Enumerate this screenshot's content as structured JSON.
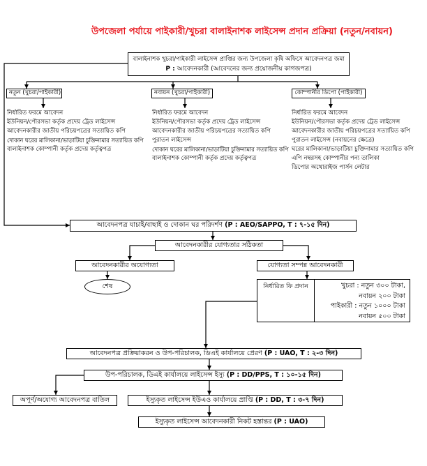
{
  "title": "উপজেলা পর্যায়ে পাইকারী/খুচরা বালাইনাশক লাইসেন্স প্রদান প্রক্রিয়া (নতুন/নবায়ন)",
  "colors": {
    "title": "#e8141b",
    "line": "#000000",
    "background": "#ffffff"
  },
  "application": {
    "text": "বালাইনাশক খুচরা/পাইকারী লাইসেন্স প্রাপ্তির জন্য উপজেলা কৃষি অফিসে আবেদনপত্র জমা",
    "responsible_label": "P :",
    "responsible": "আবেদনকারী (আবেদনের জন্য প্রয়োজনীয় কাগজপত্র)"
  },
  "branches": [
    {
      "label": "নতুন (খুচরা/পাইকারী)",
      "documents": [
        "নির্ধারিত ফরমে আবেদন",
        "ইউনিয়ন/পৌরসভা কর্তৃক প্রদেয় ট্রেড লাইসেন্স",
        "আবেদনকারীর জাতীয় পরিচয়পত্রের সত্যায়িত কপি",
        "দোকান ঘরের মালিকানা/ভাড়াটিয়া চুক্তিনামার সত্যায়িত কপি",
        "বালাইনাশক কোম্পানী কর্তৃক প্রদেয় কর্তৃত্বপত্র"
      ]
    },
    {
      "label": "নবায়ন (খুচরা/পাইকারী)",
      "documents": [
        "নির্ধারিত ফরমে আবেদন",
        "ইউনিয়ন/পৌরসভা কর্তৃক প্রদেয় ট্রেড লাইসেন্স",
        "আবেদনকারীর জাতীয় পরিচয়পত্রের সত্যায়িত কপি",
        "পুরাতন লাইসেন্স",
        "দোকান ঘরের মালিকানা/ভাড়াটিয়া চুক্তিনামার সত্যায়িত কপি",
        "বালাইনাশক কোম্পানী কর্তৃক প্রদেয় কর্তৃত্বপত্র"
      ]
    },
    {
      "label": "কোম্পানীর ডিপো (পাইকারী)",
      "documents": [
        "নির্ধারিত ফরমে আবেদন",
        "ইউনিয়ন/পৌরসভা কর্তৃক প্রদেয় ট্রেড লাইসেন্স",
        "আবেদনকারীর জাতীয় পরিচয়পত্রের সত্যায়িত কপি",
        "পুরাতন লাইসেন্স (নবায়নের ক্ষেত্রে)",
        "ঘরের মালিকানা/ভাড়াটিয়া চুক্তিনামার সত্যায়িত কপি",
        "এপি নম্বরসহ কোম্পানীর পন্য তালিকা",
        "ডিপোর অথোরাইজ পার্সন লেটার"
      ]
    }
  ],
  "verification": {
    "text": "আবেদনপত্র যাচাই/বাছাই ও দোকান ঘর পরিদর্শণ",
    "meta": "(P : AEO/SAPPO, T : ৭-১৫ দিন)"
  },
  "eligibility_check": "আবেদনকারীর যোগ্যতার সঠিকতা",
  "ineligible": "আবেদনকারীর অযোগ্যতা",
  "end": "শেষ",
  "eligible": "যোগ্যতা সম্পন্ন আবেদনকারী",
  "fee": {
    "label": "নির্ধারিত ফি প্রদান",
    "lines": [
      "খুচরা : নতুন ৩০০ টাকা,",
      "নবায়ন ২০০ টাকা",
      "পাইকারী : নতুন ১০০০ টাকা",
      "নবায়ন ৫০০ টাকা"
    ]
  },
  "processing": {
    "text": "আবেদনপত্র প্রক্রিয়াকরন ও উপ-পরিচালক, ডিএই কার্যালয়ে প্রেরণ",
    "meta": "(P : UAO, T : ২-৩ দিন)"
  },
  "issue": {
    "text": "উপ-পরিচালক, ডিএই কার্যালয়ে লাইসেন্স ইস্যু",
    "meta": "(P : DD/PPS, T : ১০-১৫ দিন)"
  },
  "rejected": "অপূর্ণ/অযোগ্য আবেদনপত্র বাতিল",
  "received": {
    "text": "ইস্যুকৃত লাইসেন্স ইউএও কার্যালয়ে প্রাপ্তি",
    "meta": "(P : DD, T : ৩-৭ দিন)"
  },
  "handover": {
    "text": "ইস্যুকৃত লাইসেন্স আবেদনকারী নিকট হস্তান্তর",
    "meta": "(P : UAO)"
  }
}
